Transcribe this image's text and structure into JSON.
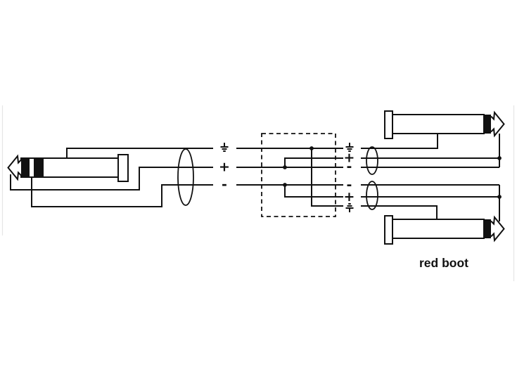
{
  "labels": {
    "red_boot": "red boot",
    "plus": "+",
    "minus": "-"
  },
  "symbols": {
    "ground": "earth-ground-icon",
    "junction": "junction-dot",
    "cable_marker": "cable-cross-section-ellipse"
  },
  "colors": {
    "line": "#111111",
    "background": "#ffffff",
    "frame_edge": "#e6e6e6"
  }
}
